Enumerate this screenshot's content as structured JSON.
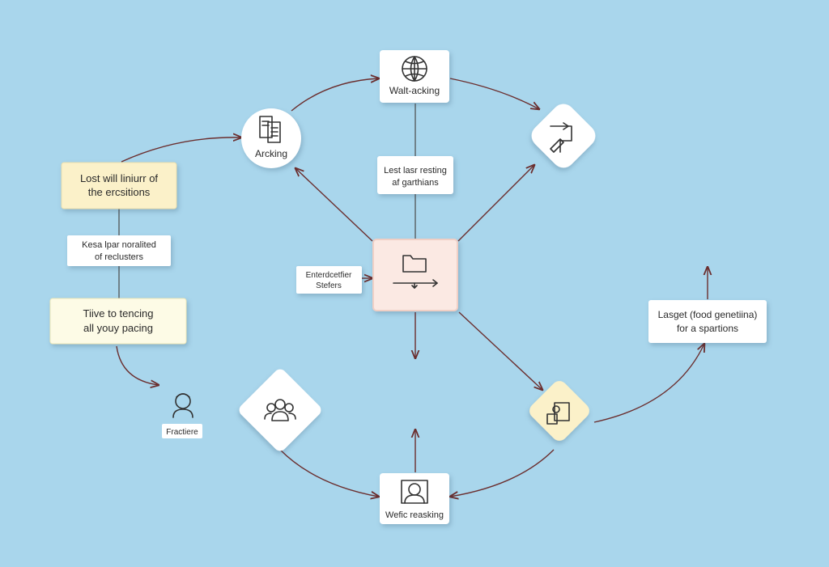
{
  "nodes": {
    "top": {
      "label": "Walt-acking",
      "icon": "globe-icon"
    },
    "left_circle": {
      "label": "Arcking",
      "icon": "document-icon"
    },
    "top_right_diamond": {
      "icon": "edit-square-icon"
    },
    "center_label": {
      "line1": "Lest lasr resting",
      "line2": "af garthians"
    },
    "center": {
      "icon": "folder-icon"
    },
    "center_left_label": {
      "line1": "Enterdcetfier",
      "line2": "Stefers"
    },
    "left_yellow": {
      "line1": "Lost will liniurr of",
      "line2": "the ercsitions"
    },
    "left_mid": {
      "line1": "Kesa lpar noralited",
      "line2": "of reclusters"
    },
    "left_lower": {
      "line1": "Tiive to tencing",
      "line2": "all youy pacing"
    },
    "person": {
      "label": "Fractiere",
      "icon": "person-icon"
    },
    "group_diamond": {
      "icon": "group-icon"
    },
    "bottom": {
      "label": "Wefic reasking",
      "icon": "user-frame-icon"
    },
    "bottom_right_diamond": {
      "icon": "user-screen-icon"
    },
    "right_label": {
      "line1": "Lasget (food genetiina)",
      "line2": "for a spartions"
    }
  },
  "colors": {
    "background": "#a9d6ec",
    "node_white": "#ffffff",
    "node_yellow": "#fbf1c9",
    "node_center": "#fbe9e3",
    "arrow": "#6b2e2e"
  }
}
